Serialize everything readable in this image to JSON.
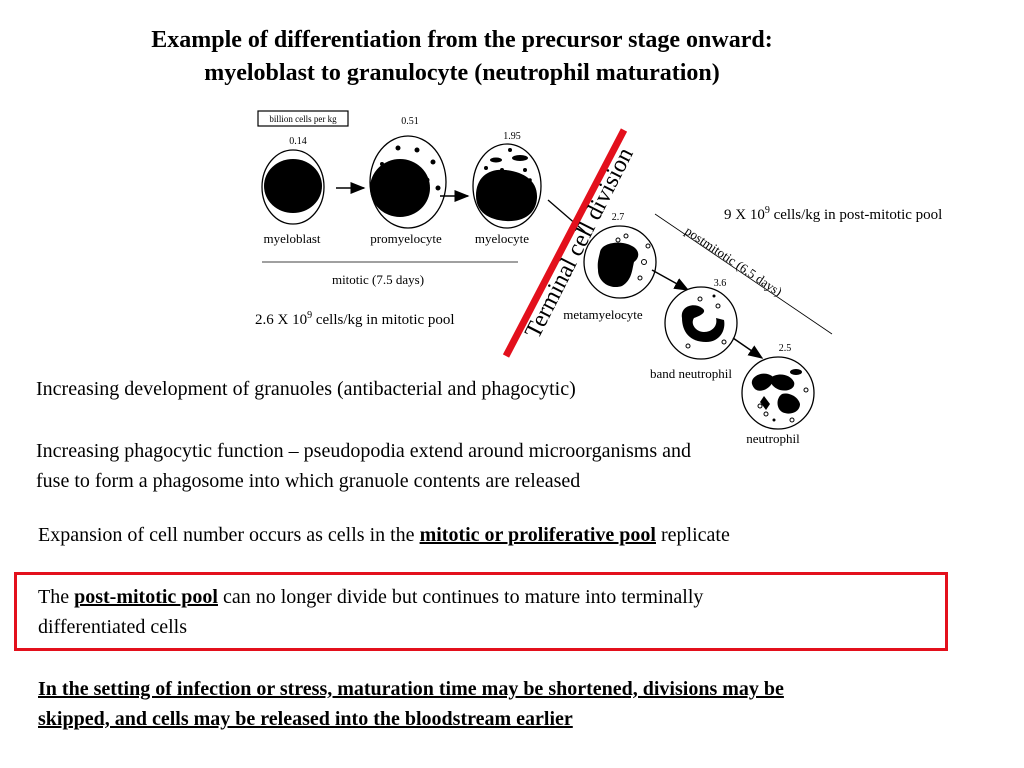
{
  "title": {
    "line1": "Example of differentiation from the precursor stage onward:",
    "line2": "myeloblast to granulocyte (neutrophil maturation)"
  },
  "diagram": {
    "legend_box": "billion cells per kg",
    "stages": [
      {
        "name": "myeloblast",
        "count": "0.14"
      },
      {
        "name": "promyelocyte",
        "count": "0.51"
      },
      {
        "name": "myelocyte",
        "count": "1.95"
      },
      {
        "name": "metamyelocyte",
        "count": "2.7"
      },
      {
        "name": "band neutrophil",
        "count": "3.6"
      },
      {
        "name": "neutrophil",
        "count": "2.5"
      }
    ],
    "mitotic_label": "mitotic (7.5 days)",
    "postmitotic_label": "postmitotic (6.5 days)",
    "terminal_division_label": "Terminal cell division",
    "mitotic_pool": {
      "prefix": "2.6 X 10",
      "exponent": "9",
      "suffix": " cells/kg in mitotic pool"
    },
    "postmitotic_pool": {
      "prefix": "9 X 10",
      "exponent": "9",
      "suffix": " cells/kg in post-mitotic pool"
    },
    "colors": {
      "divider": "#e3101c",
      "cell": "#000000"
    }
  },
  "points": {
    "granules": "Increasing development of granuoles (antibacterial and phagocytic)",
    "phagocytic_line1": "Increasing phagocytic function – pseudopodia extend around microorganisms and",
    "phagocytic_line2": "fuse to form a phagosome into which granuole contents are released",
    "expansion_before": "Expansion of cell number occurs as cells in the ",
    "expansion_emphasis": "mitotic or proliferative pool",
    "expansion_after": " replicate",
    "postmitotic_before": "The ",
    "postmitotic_emphasis": "post-mitotic pool",
    "postmitotic_after_line1": " can no longer divide but continues to mature into terminally",
    "postmitotic_line2": "differentiated cells",
    "stress_line1": "In the setting of infection or stress, maturation time may be shortened, divisions may be",
    "stress_line2": "skipped, and cells may be released into the bloodstream earlier"
  }
}
